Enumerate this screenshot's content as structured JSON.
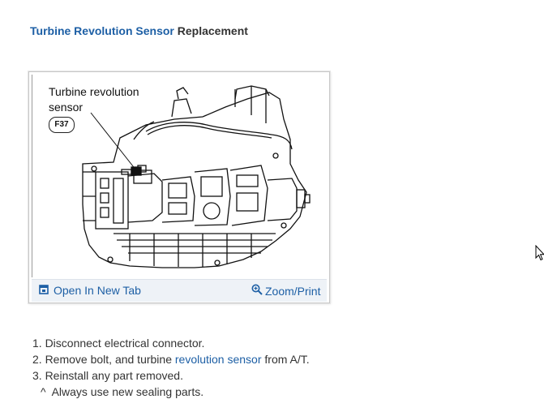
{
  "title": {
    "link_text": "Turbine Revolution Sensor",
    "rest_text": " Replacement"
  },
  "figure": {
    "label_line1": "Turbine revolution",
    "label_line2": "sensor",
    "code": "F37",
    "open_tab_label": "Open In New Tab",
    "zoom_label": "Zoom/Print",
    "open_tab_icon": "open-in-new-tab-icon",
    "zoom_icon": "zoom-icon"
  },
  "steps": {
    "step1": "1. Disconnect electrical connector.",
    "step2_prefix": "2. Remove bolt, and turbine ",
    "step2_link": "revolution sensor",
    "step2_suffix": " from A/T.",
    "step3": "3. Reinstall any part removed.",
    "note": "^  Always use new sealing parts."
  },
  "colors": {
    "link": "#1d5fa5",
    "text": "#333333",
    "bar_bg": "#eef2f7"
  }
}
